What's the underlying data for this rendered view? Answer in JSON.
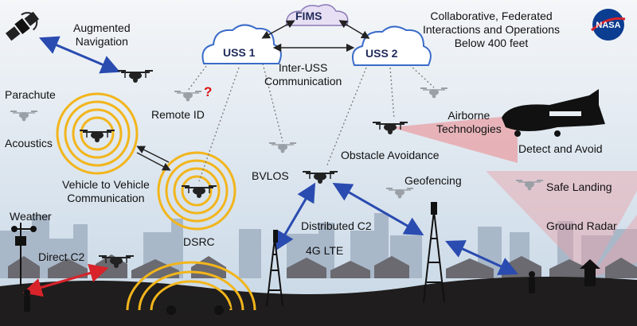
{
  "labels": {
    "augmented_navigation": "Augmented\nNavigation",
    "fims": "FIMS",
    "uss1": "USS 1",
    "uss2": "USS 2",
    "inter_uss": "Inter-USS\nCommunication",
    "collab": "Collaborative, Federated\nInteractions and Operations\nBelow 400 feet",
    "parachute": "Parachute",
    "remote_id": "Remote ID",
    "remote_id_q": "?",
    "acoustics": "Acoustics",
    "airborne_tech": "Airborne\nTechnologies",
    "detect_avoid": "Detect and Avoid",
    "obstacle_avoidance": "Obstacle Avoidance",
    "v2v": "Vehicle to Vehicle\nCommunication",
    "bvlos": "BVLOS",
    "geofencing": "Geofencing",
    "safe_landing": "Safe Landing",
    "weather": "Weather",
    "distributed_c2": "Distributed C2",
    "ground_radar": "Ground Radar",
    "dsrc": "DSRC",
    "direct_c2": "Direct C2",
    "lte": "4G LTE",
    "nasa": "NASA"
  },
  "colors": {
    "sky_top": "#f4f6f8",
    "sky_bottom": "#c7d7e6",
    "skyline": "#a9b8c9",
    "houses": "#6a6a70",
    "ground": "#1f1d1d",
    "blue_arrow": "#2a4bb0",
    "red_arrow": "#d8232a",
    "ring": "#f2b51b",
    "cone": "#e8a0a6",
    "cloud_fill": "#ffffff",
    "cloud_stroke": "#3a6bc9",
    "fims_fill": "#e7dff3",
    "nasa_blue": "#0b3d91"
  },
  "icons": [
    "satellite-icon",
    "drone-icon",
    "airplane-icon",
    "cell-tower-icon",
    "car-icon",
    "weather-station-icon",
    "radar-icon",
    "person-icon",
    "nasa-logo-icon"
  ]
}
